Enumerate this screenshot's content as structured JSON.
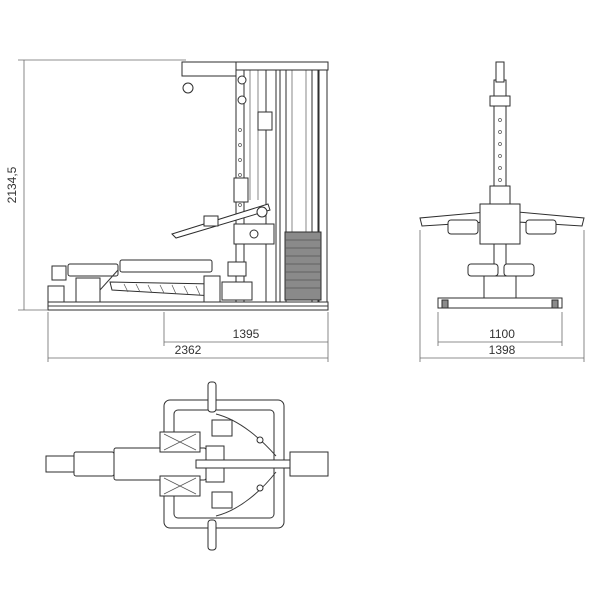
{
  "drawing": {
    "side_view": {
      "height_label": "2134,5",
      "frame_depth_label": "1395",
      "total_length_label": "2362"
    },
    "front_view": {
      "base_width_label": "1100",
      "total_width_label": "1398"
    },
    "colors": {
      "line": "#2e2e2e",
      "dimension": "#6a6a6a",
      "shade": "#8a8a8a",
      "background": "#ffffff"
    }
  }
}
